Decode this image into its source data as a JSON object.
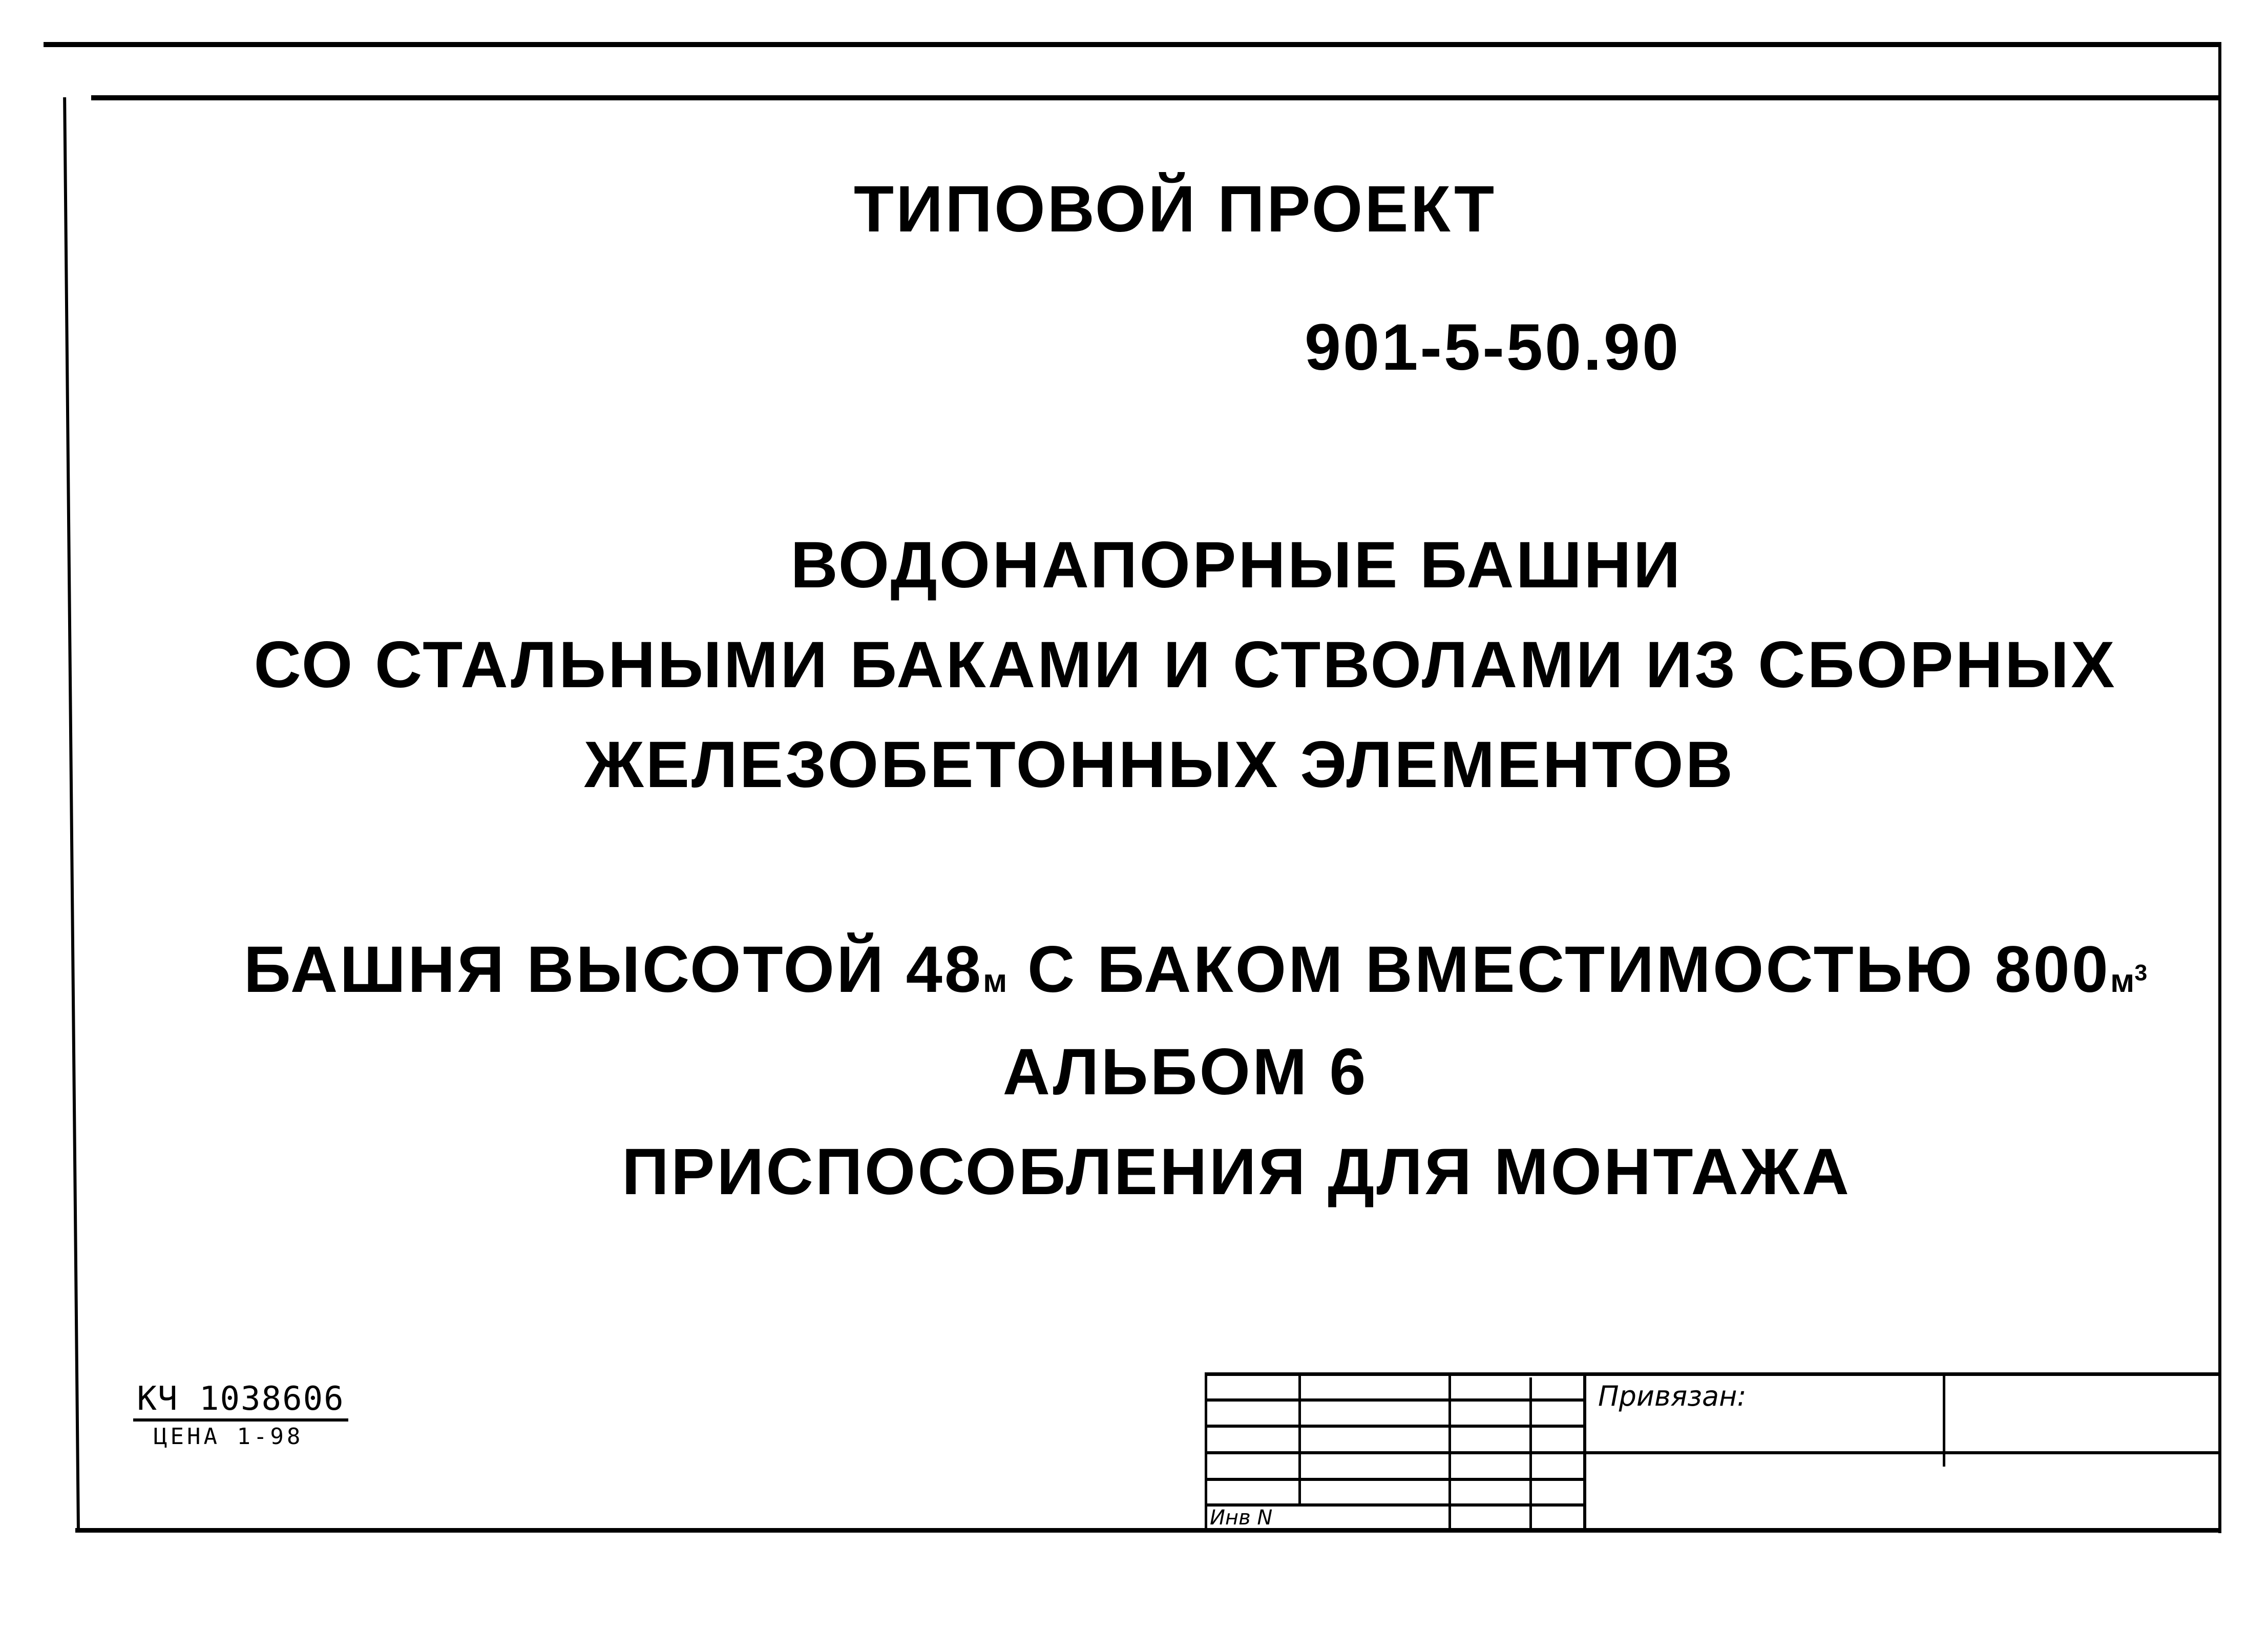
{
  "document": {
    "header": "ТИПОВОЙ  ПРОЕКТ",
    "project_number": "901-5-50.90",
    "title_lines": [
      "ВОДОНАПОРНЫЕ  БАШНИ",
      "СО  СТАЛЬНЫМИ  БАКАМИ И СТВОЛАМИ  ИЗ СБОРНЫХ",
      "ЖЕЛЕЗОБЕТОННЫХ   ЭЛЕМЕНТОВ"
    ],
    "tower_line": {
      "part1": "БАШНЯ  ВЫСОТОЙ 48",
      "unit_m": "м",
      "part2": " С  БАКОМ  ВМЕСТИМОСТЬЮ 800",
      "unit_m3": "м",
      "unit_m3_sup": "3"
    },
    "album": "АЛЬБОМ 6",
    "subject": "ПРИСПОСОБЛЕНИЯ  ДЛЯ  МОНТАЖА"
  },
  "stamp": {
    "code": "КЧ 1038606",
    "price": "ЦЕНА 1-98"
  },
  "title_block": {
    "bound_label": "Привязан:",
    "inventory_label": "Инв N"
  },
  "colors": {
    "ink": "#000000",
    "paper": "#ffffff"
  }
}
